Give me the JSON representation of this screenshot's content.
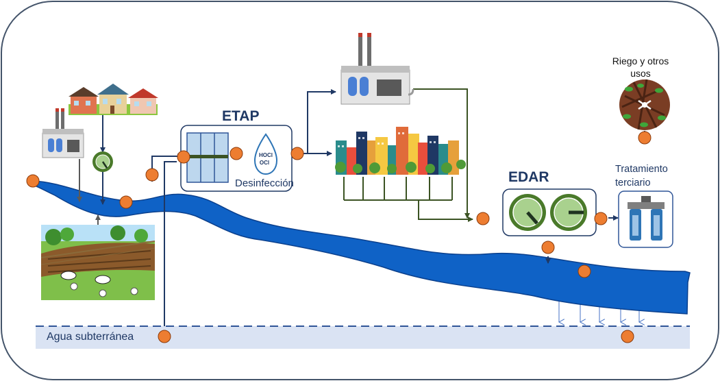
{
  "labels": {
    "etap": "ETAP",
    "edar": "EDAR",
    "desinfeccion": "Desinfección",
    "hocl": "HOCl",
    "ocl": "OCl",
    "riego": "Riego y otros usos",
    "tratamiento_terciario": "Tratamiento terciario",
    "agua_subterranea": "Agua subterránea"
  },
  "colors": {
    "frame_border": "#44546a",
    "river": "#0f62c6",
    "river_edge": "#0a3f8c",
    "sampling_point": "#ed7d31",
    "sampling_point_edge": "#8a3a0b",
    "arrow_navy": "#1f3864",
    "arrow_green": "#3b5323",
    "arrow_gray": "#595959",
    "treatment_green": "#4a7a2a",
    "treatment_green_light": "#a9d18e",
    "groundwater_band": "#dae3f3",
    "groundwater_line": "#2f5597"
  },
  "icons": {
    "houses": "houses-icon",
    "factory_left": "factory-icon",
    "factory_top": "factory-icon",
    "pump": "pump-icon",
    "farmland": "farm-icon",
    "filter": "filter-icon",
    "water_drop": "water-drop-icon",
    "city": "city-icon",
    "treatment_plant": "treatment-plant-icon",
    "tertiary_filter": "cartridge-filter-icon",
    "irrigation": "irrigation-icon"
  }
}
